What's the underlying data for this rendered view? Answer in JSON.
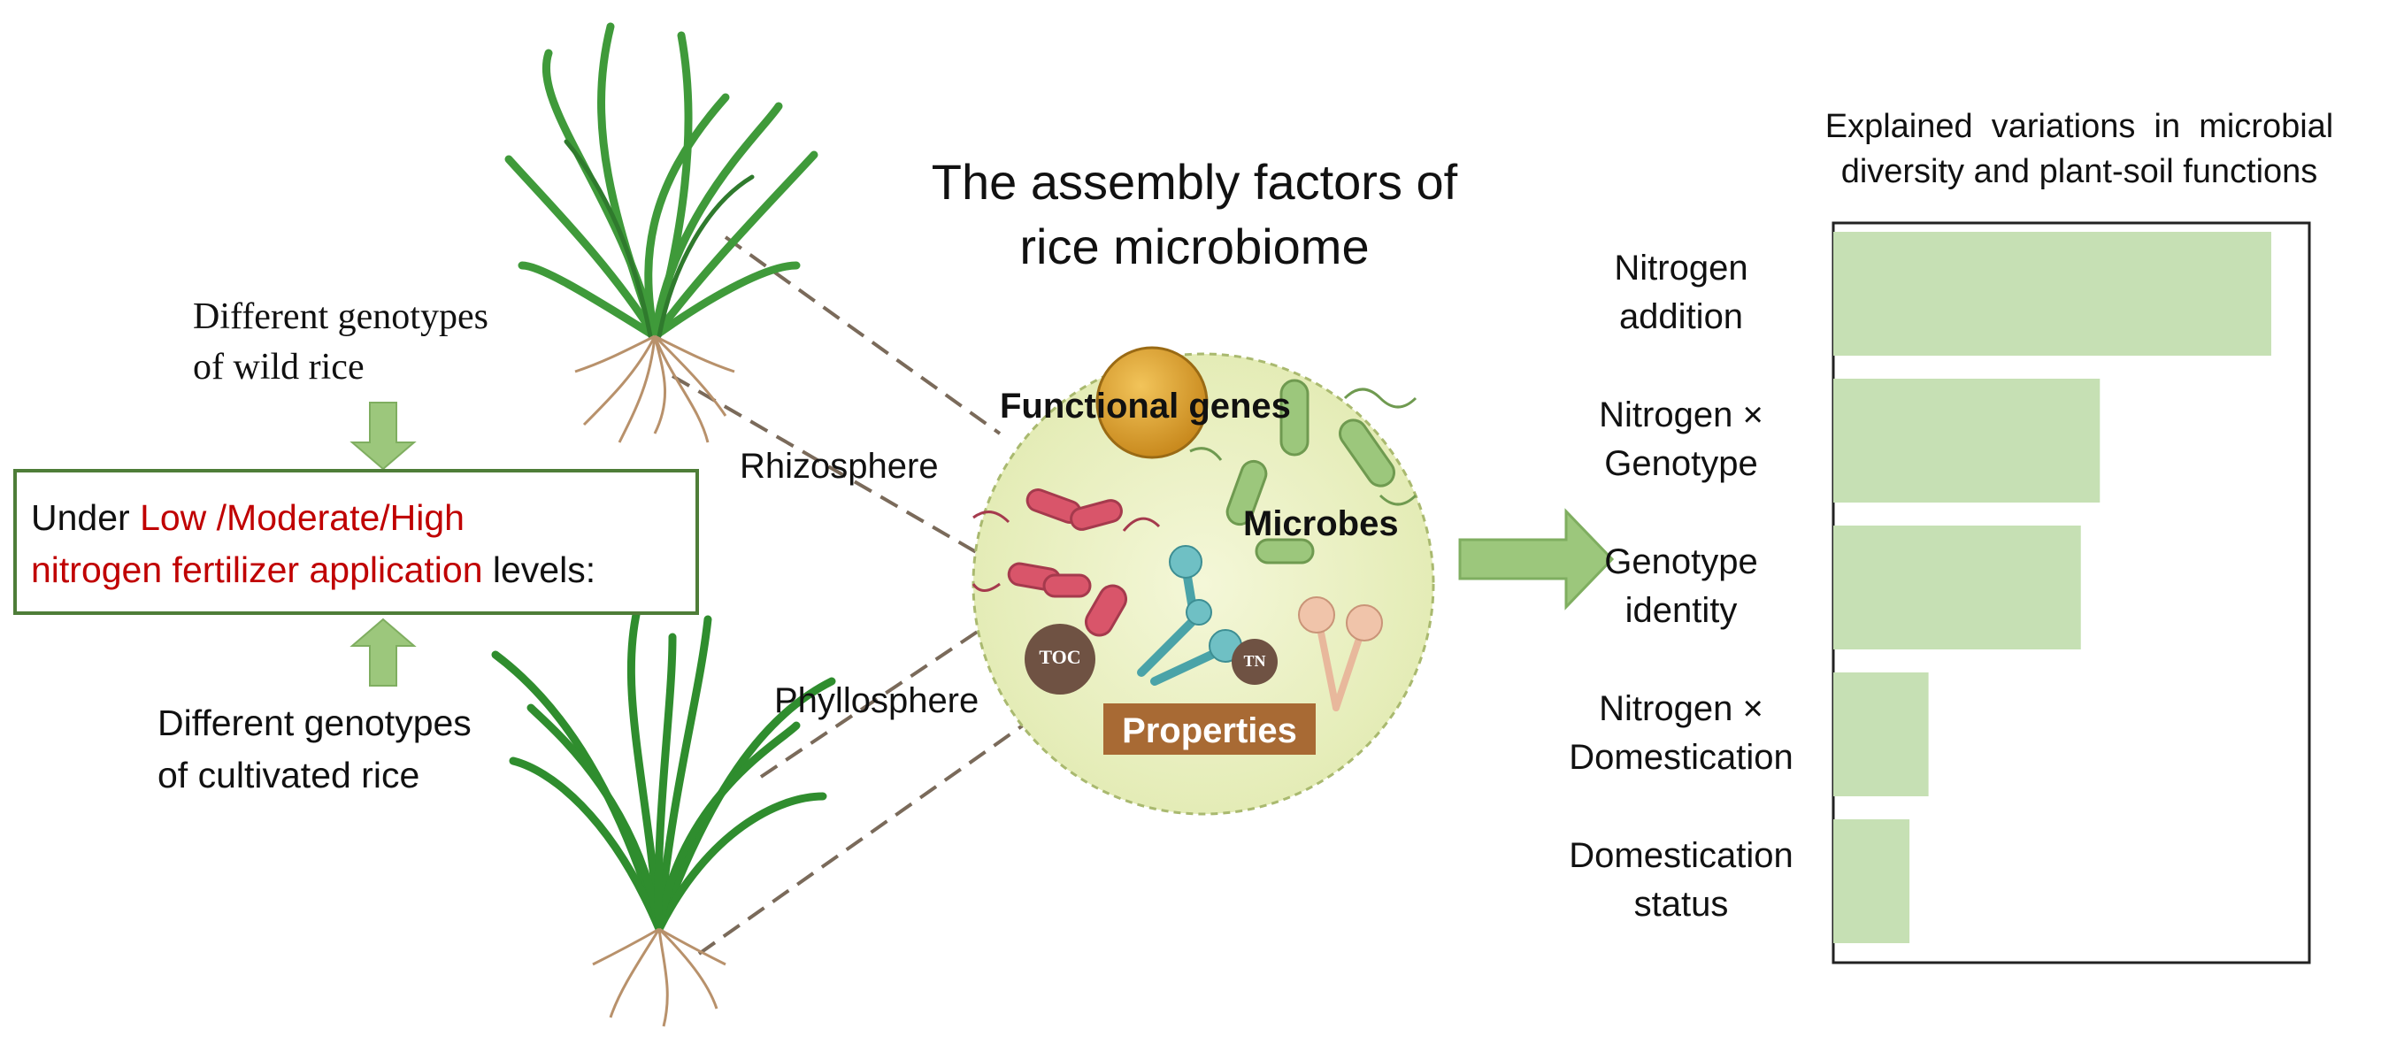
{
  "left": {
    "wild_label_line1": "Different genotypes",
    "wild_label_line2": "of wild rice",
    "cult_label_line1": "Different genotypes",
    "cult_label_line2": "of cultivated rice",
    "box": {
      "line1_prefix": "Under ",
      "line1_highlight": "Low /Moderate/High",
      "line2_highlight": "nitrogen fertilizer application",
      "line2_suffix": " levels:"
    }
  },
  "middle": {
    "title_line1": "The assembly factors of",
    "title_line2": "rice microbiome",
    "rhizosphere": "Rhizosphere",
    "phyllosphere": "Phyllosphere",
    "functional_genes": "Functional genes",
    "microbes": "Microbes",
    "properties": "Properties",
    "toc": "TOC",
    "tn": "TN"
  },
  "colors": {
    "plant_green": "#3f9a3a",
    "arrow_green": "#9cc77c",
    "box_border": "#4e7d38",
    "highlight_red": "#c00000",
    "circle_fill": "#eef3c9",
    "bar_fill": "#c6e0b4",
    "properties_bg": "#a86a34",
    "soil_brown": "#6f5243"
  },
  "chart_data": {
    "type": "bar",
    "orientation": "horizontal",
    "title_line1": "Explained  variations  in  microbial",
    "title_line2": "diversity and plant-soil functions",
    "categories": [
      [
        "Nitrogen",
        "addition"
      ],
      [
        "Nitrogen ×",
        "Genotype"
      ],
      [
        "Genotype",
        "identity"
      ],
      [
        "Nitrogen ×",
        "Domestication"
      ],
      [
        "Domestication",
        "status"
      ]
    ],
    "values": [
      92,
      56,
      52,
      20,
      16
    ],
    "xlim": [
      0,
      100
    ],
    "grid": false
  }
}
